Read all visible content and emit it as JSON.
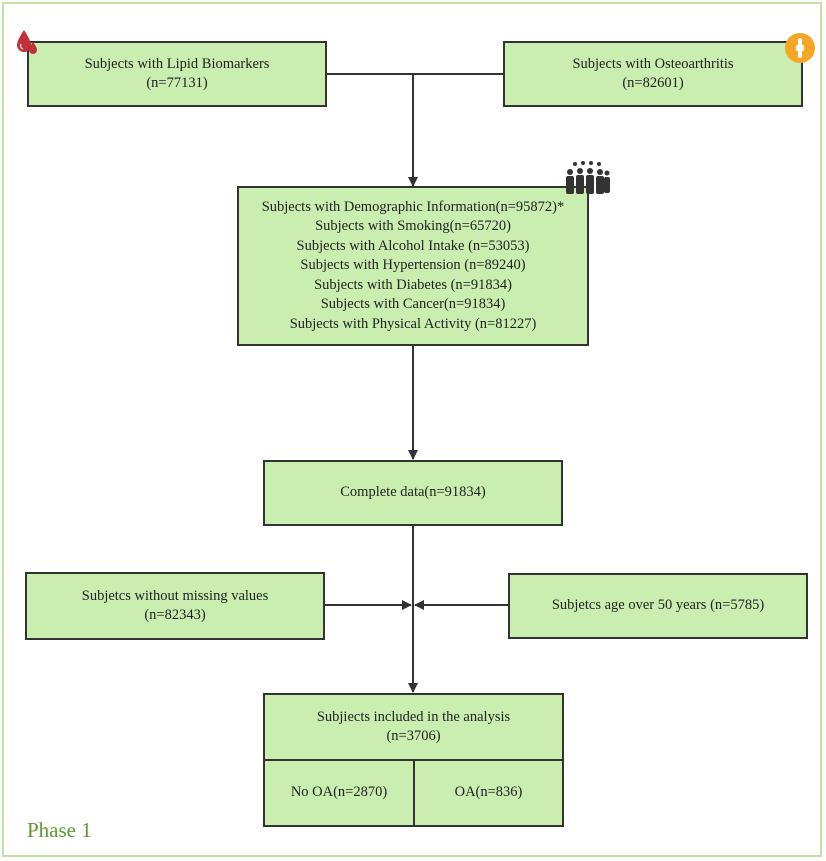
{
  "boxes": {
    "lipid": {
      "lines": [
        "Subjects with Lipid Biomarkers",
        "(n=77131)"
      ]
    },
    "osteo": {
      "lines": [
        "Subjects with Osteoarthritis",
        "(n=82601)"
      ]
    },
    "demographic": {
      "lines": [
        "Subjects with Demographic Information(n=95872)*",
        "Subjects with Smoking(n=65720)",
        "Subjects with Alcohol Intake (n=53053)",
        "Subjects with Hypertension (n=89240)",
        "Subjects with Diabetes (n=91834)",
        "Subjects with Cancer(n=91834)",
        "Subjects with Physical Activity (n=81227)"
      ]
    },
    "complete": {
      "lines": [
        "Complete data(n=91834)"
      ]
    },
    "without_missing": {
      "lines": [
        "Subjetcs without missing values",
        "(n=82343)"
      ]
    },
    "age_over": {
      "lines": [
        "Subjetcs age over 50 years (n=5785)"
      ]
    },
    "included": {
      "lines": [
        "Subjiects included in the analysis",
        "(n=3706)"
      ]
    },
    "no_oa": {
      "lines": [
        "No OA(n=2870)"
      ]
    },
    "oa": {
      "lines": [
        "OA(n=836)"
      ]
    }
  },
  "phase_label": "Phase 1",
  "icons": {
    "lipid": "blood-drop-icon",
    "osteo": "joint-icon",
    "demographic": "people-group-icon"
  },
  "colors": {
    "box_fill": "#c9eeb0",
    "frame": "#bfe3a4",
    "phase_text": "#5a9a2e",
    "drop": "#c0303a",
    "joint_badge": "#f5a623"
  }
}
